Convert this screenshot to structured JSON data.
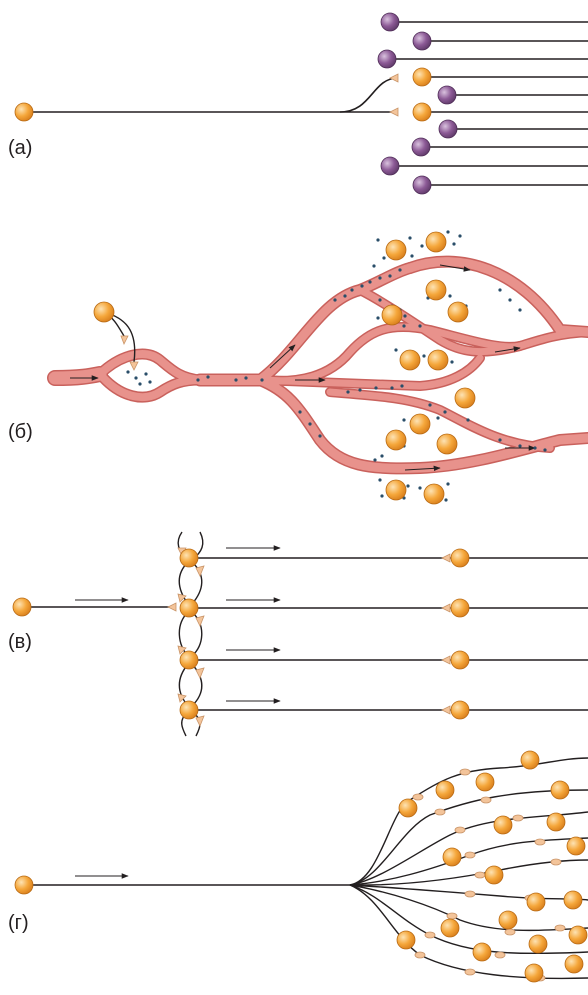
{
  "panels": [
    {
      "id": "a",
      "label": "(а)"
    },
    {
      "id": "b",
      "label": "(б)"
    },
    {
      "id": "v",
      "label": "(в)"
    },
    {
      "id": "g",
      "label": "(г)"
    }
  ],
  "colors": {
    "line": "#231f20",
    "neuron_orange": "#f5a73b",
    "neuron_orange_light": "#fde3b4",
    "neuron_purple": "#8c5a96",
    "neuron_purple_light": "#d9c2de",
    "synapse": "#f3c49a",
    "vessel": "#e8928c",
    "vessel_edge": "#c9615c",
    "dots": "#2a4e69"
  }
}
